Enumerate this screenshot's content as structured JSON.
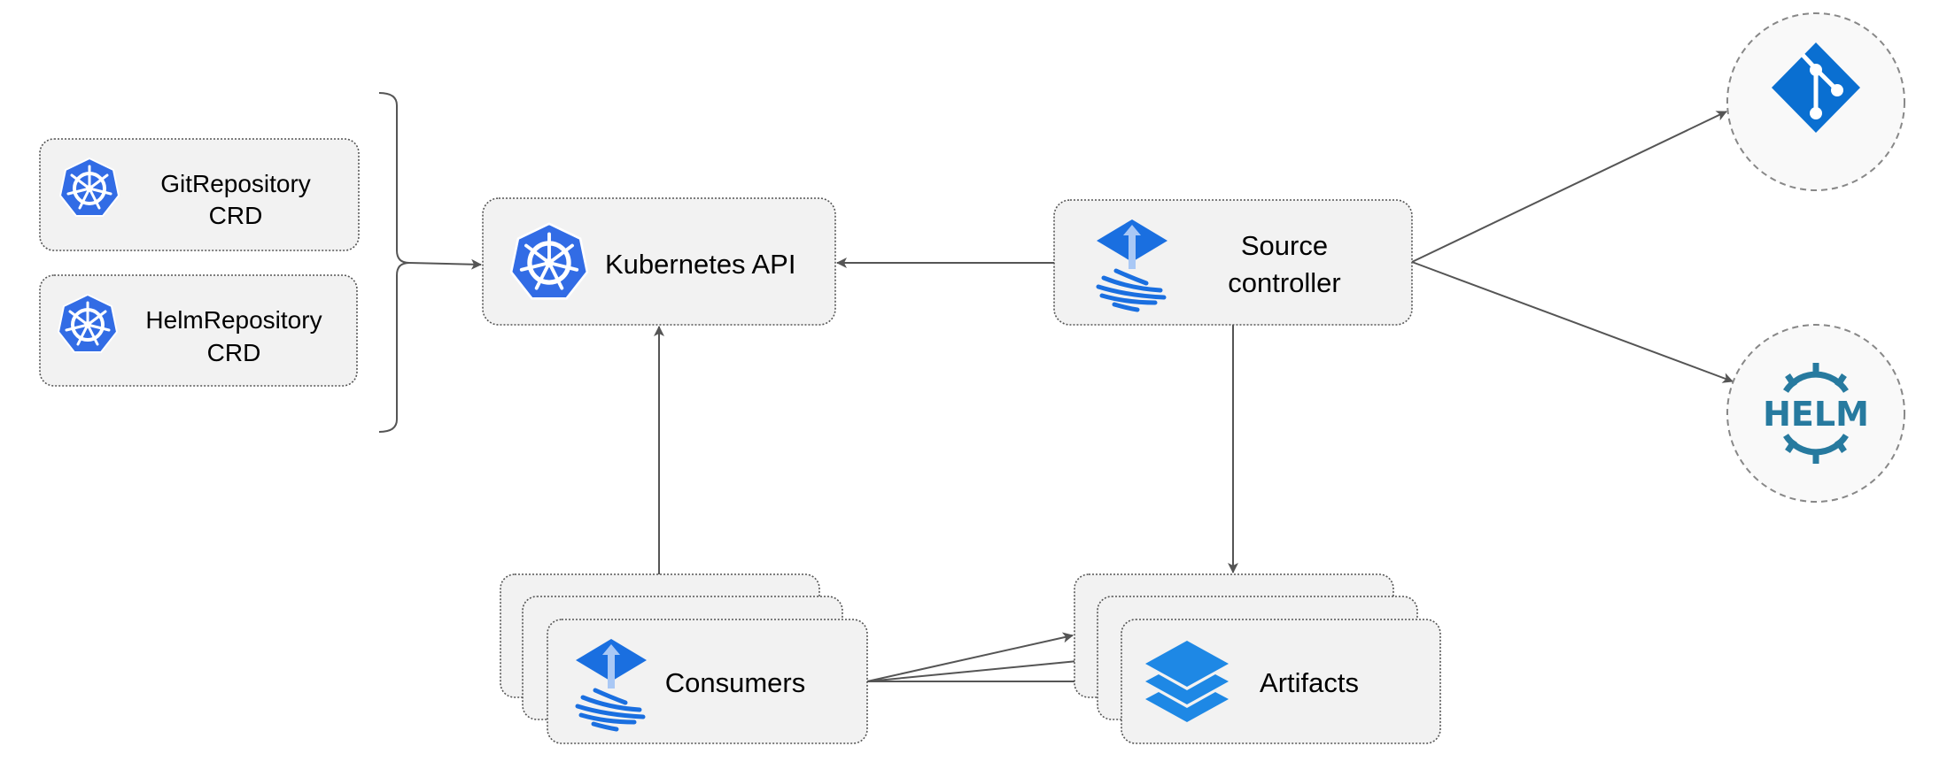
{
  "nodes": {
    "git_repository_crd": {
      "line1": "GitRepository",
      "line2": "CRD",
      "icon": "kubernetes-icon"
    },
    "helm_repository_crd": {
      "line1": "HelmRepository",
      "line2": "CRD",
      "icon": "kubernetes-icon"
    },
    "kubernetes_api": {
      "label": "Kubernetes API",
      "icon": "kubernetes-icon"
    },
    "source_controller": {
      "line1": "Source",
      "line2": "controller",
      "icon": "flux-icon"
    },
    "consumers": {
      "label": "Consumers",
      "icon": "flux-icon"
    },
    "artifacts": {
      "label": "Artifacts",
      "icon": "layers-icon"
    },
    "git": {
      "icon": "git-icon"
    },
    "helm": {
      "label": "HELM",
      "icon": "helm-icon"
    }
  },
  "colors": {
    "kubernetes_blue": "#326ce5",
    "flux_blue": "#1a6fe0",
    "git_blue": "#0a6fd1",
    "helm_teal": "#277a9f",
    "box_fill": "#f2f2f2",
    "edge": "#555555"
  }
}
